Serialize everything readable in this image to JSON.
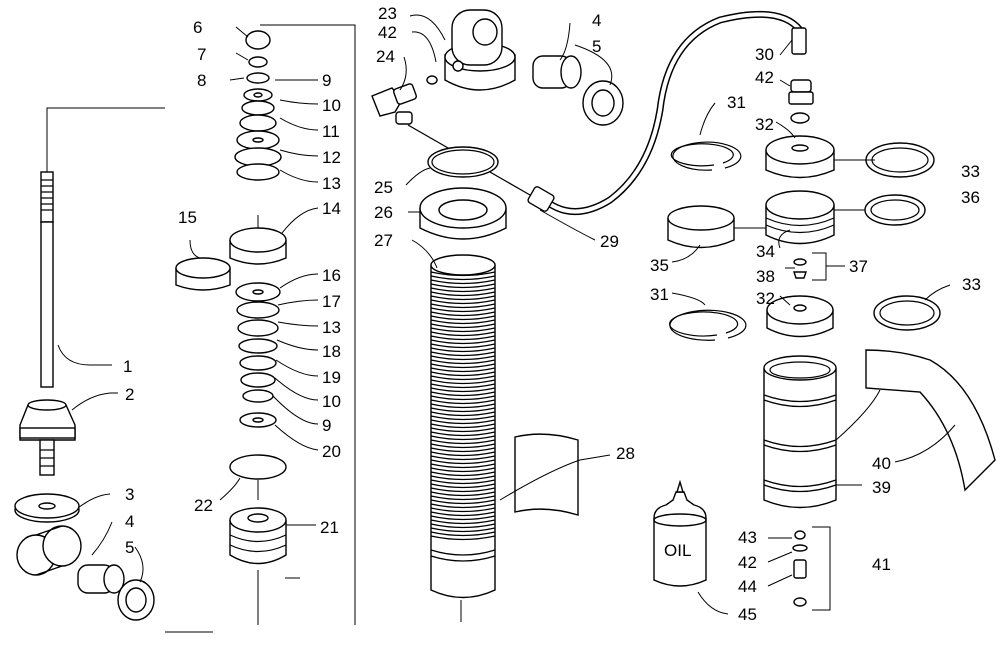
{
  "figure": {
    "callouts": [
      {
        "id": "c1",
        "text": "1"
      },
      {
        "id": "c2",
        "text": "2"
      },
      {
        "id": "c3",
        "text": "3"
      },
      {
        "id": "c4a",
        "text": "4"
      },
      {
        "id": "c5a",
        "text": "5"
      },
      {
        "id": "c6",
        "text": "6"
      },
      {
        "id": "c7",
        "text": "7"
      },
      {
        "id": "c8",
        "text": "8"
      },
      {
        "id": "c9a",
        "text": "9"
      },
      {
        "id": "c10a",
        "text": "10"
      },
      {
        "id": "c11",
        "text": "11"
      },
      {
        "id": "c12",
        "text": "12"
      },
      {
        "id": "c13a",
        "text": "13"
      },
      {
        "id": "c14",
        "text": "14"
      },
      {
        "id": "c15",
        "text": "15"
      },
      {
        "id": "c16",
        "text": "16"
      },
      {
        "id": "c17",
        "text": "17"
      },
      {
        "id": "c13b",
        "text": "13"
      },
      {
        "id": "c18",
        "text": "18"
      },
      {
        "id": "c19",
        "text": "19"
      },
      {
        "id": "c10b",
        "text": "10"
      },
      {
        "id": "c9b",
        "text": "9"
      },
      {
        "id": "c20",
        "text": "20"
      },
      {
        "id": "c22",
        "text": "22"
      },
      {
        "id": "c21",
        "text": "21"
      },
      {
        "id": "c23",
        "text": "23"
      },
      {
        "id": "c42a",
        "text": "42"
      },
      {
        "id": "c24",
        "text": "24"
      },
      {
        "id": "c4b",
        "text": "4"
      },
      {
        "id": "c5b",
        "text": "5"
      },
      {
        "id": "c25",
        "text": "25"
      },
      {
        "id": "c26",
        "text": "26"
      },
      {
        "id": "c27",
        "text": "27"
      },
      {
        "id": "c28",
        "text": "28"
      },
      {
        "id": "c29",
        "text": "29"
      },
      {
        "id": "c30",
        "text": "30"
      },
      {
        "id": "c42b",
        "text": "42"
      },
      {
        "id": "c31a",
        "text": "31"
      },
      {
        "id": "c32a",
        "text": "32"
      },
      {
        "id": "c33a",
        "text": "33"
      },
      {
        "id": "c36",
        "text": "36"
      },
      {
        "id": "c34",
        "text": "34"
      },
      {
        "id": "c35",
        "text": "35"
      },
      {
        "id": "c38",
        "text": "38"
      },
      {
        "id": "c37",
        "text": "37"
      },
      {
        "id": "c31b",
        "text": "31"
      },
      {
        "id": "c32b",
        "text": "32"
      },
      {
        "id": "c33b",
        "text": "33"
      },
      {
        "id": "c40",
        "text": "40"
      },
      {
        "id": "c39",
        "text": "39"
      },
      {
        "id": "c43",
        "text": "43"
      },
      {
        "id": "c42c",
        "text": "42"
      },
      {
        "id": "c44",
        "text": "44"
      },
      {
        "id": "c41",
        "text": "41"
      },
      {
        "id": "c45",
        "text": "45"
      }
    ],
    "bottle_text": "OIL"
  }
}
